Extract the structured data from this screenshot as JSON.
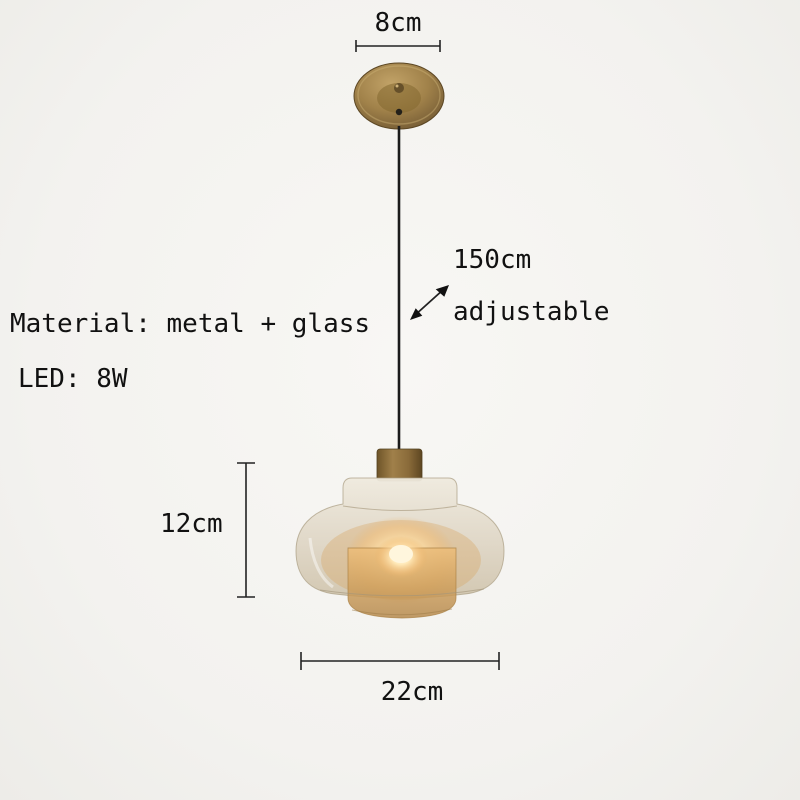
{
  "annotations": {
    "mount_width": "8cm",
    "cable_length": "150cm",
    "cable_note": "adjustable",
    "spec_material": "Material: metal + glass",
    "spec_led": "LED: 8W",
    "shade_height": "12cm",
    "shade_width": "22cm"
  },
  "colors": {
    "background": "#f5f4f1",
    "brass": "#9a7b46",
    "cable": "#1b1b1b",
    "glass_shade": "#d9d0c0",
    "glass_amber": "#cfa05e",
    "glow": "#ffe9b8",
    "annotation_text": "#111111",
    "dimension_line": "#222222"
  }
}
